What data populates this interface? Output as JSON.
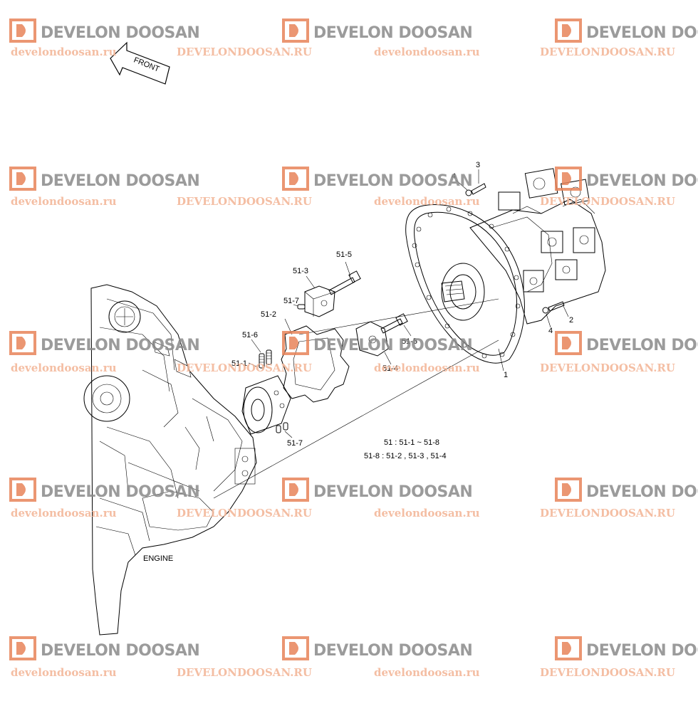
{
  "watermark": {
    "brand": "DEVELON DOOSAN",
    "url_lower": "develondoosan.ru",
    "url_upper": "DEVELONDOOSAN.RU",
    "brand_color": "#8a8a8a",
    "logo_color": "#e8845a",
    "url_color": "#f3b79a"
  },
  "diagram": {
    "front_arrow_label": "FRONT",
    "engine_label": "ENGINE",
    "part_labels": [
      "1",
      "2",
      "3",
      "4",
      "4",
      "51-1",
      "51-2",
      "51-3",
      "51-4",
      "51-5",
      "51-5",
      "51-6",
      "51-7",
      "51-7"
    ],
    "notes": [
      "51 : 51-1 ~ 51-8",
      "51-8  : 51-2 , 51-3 , 51-4"
    ]
  }
}
